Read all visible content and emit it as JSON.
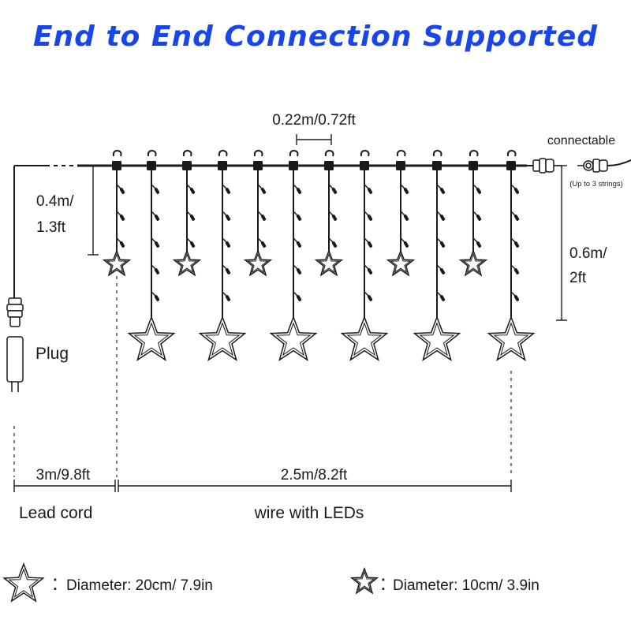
{
  "title": "End to End Connection Supported",
  "colors": {
    "title": "#1846e8",
    "line": "#1a1a1a",
    "dashed": "#444444"
  },
  "spacing_label": "0.22m/0.72ft",
  "connectable_label": "connectable",
  "connectable_note": "(Up to 3 strings)",
  "short_drop": {
    "line1": "0.4m/",
    "line2": "1.3ft"
  },
  "long_drop": {
    "line1": "0.6m/",
    "line2": "2ft"
  },
  "plug_label": "Plug",
  "lead_length": "3m/9.8ft",
  "led_length": "2.5m/8.2ft",
  "lead_label": "Lead cord",
  "led_label": "wire with LEDs",
  "legend": [
    {
      "icon": "large-star-icon",
      "text": "Diameter: 20cm/ 7.9in"
    },
    {
      "icon": "small-star-icon",
      "text": "Diameter: 10cm/ 3.9in"
    }
  ]
}
